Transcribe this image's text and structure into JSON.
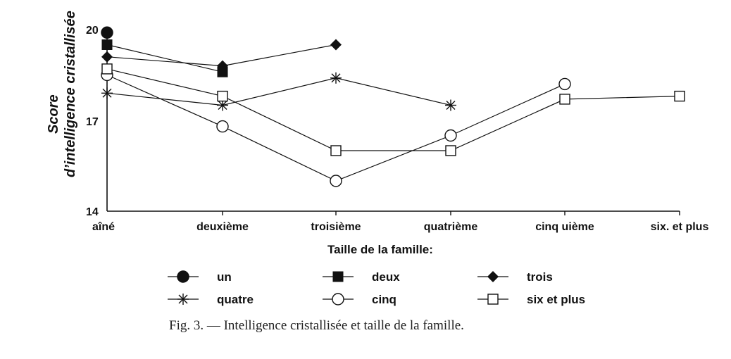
{
  "chart_data": {
    "type": "line",
    "categories": [
      "aîné",
      "deuxième",
      "troisième",
      "quatrième",
      "cinq uième",
      "six. et plus"
    ],
    "xlabel": "Taille de la famille:",
    "ylabel_lines": [
      "Score",
      "d’intelligence cristallisée"
    ],
    "ylim": [
      14,
      20
    ],
    "yticks": [
      "20",
      "17",
      "14"
    ],
    "series": [
      {
        "name": "un",
        "marker": "circle-filled",
        "values": [
          19.9,
          null,
          null,
          null,
          null,
          null
        ]
      },
      {
        "name": "deux",
        "marker": "square-filled",
        "values": [
          19.5,
          18.6,
          null,
          null,
          null,
          null
        ]
      },
      {
        "name": "trois",
        "marker": "diamond-filled",
        "values": [
          19.1,
          18.8,
          19.5,
          null,
          null,
          null
        ]
      },
      {
        "name": "quatre",
        "marker": "asterisk",
        "values": [
          17.9,
          17.5,
          18.4,
          17.5,
          null,
          null
        ]
      },
      {
        "name": "cinq",
        "marker": "circle-open",
        "values": [
          18.5,
          16.8,
          15.0,
          16.5,
          18.2,
          null
        ]
      },
      {
        "name": "six et plus",
        "marker": "square-open",
        "values": [
          18.7,
          17.8,
          16.0,
          16.0,
          17.7,
          17.8
        ]
      }
    ],
    "legend_placement": "bottom"
  },
  "caption": "Fig. 3. — Intelligence cristallisée et taille de la famille."
}
